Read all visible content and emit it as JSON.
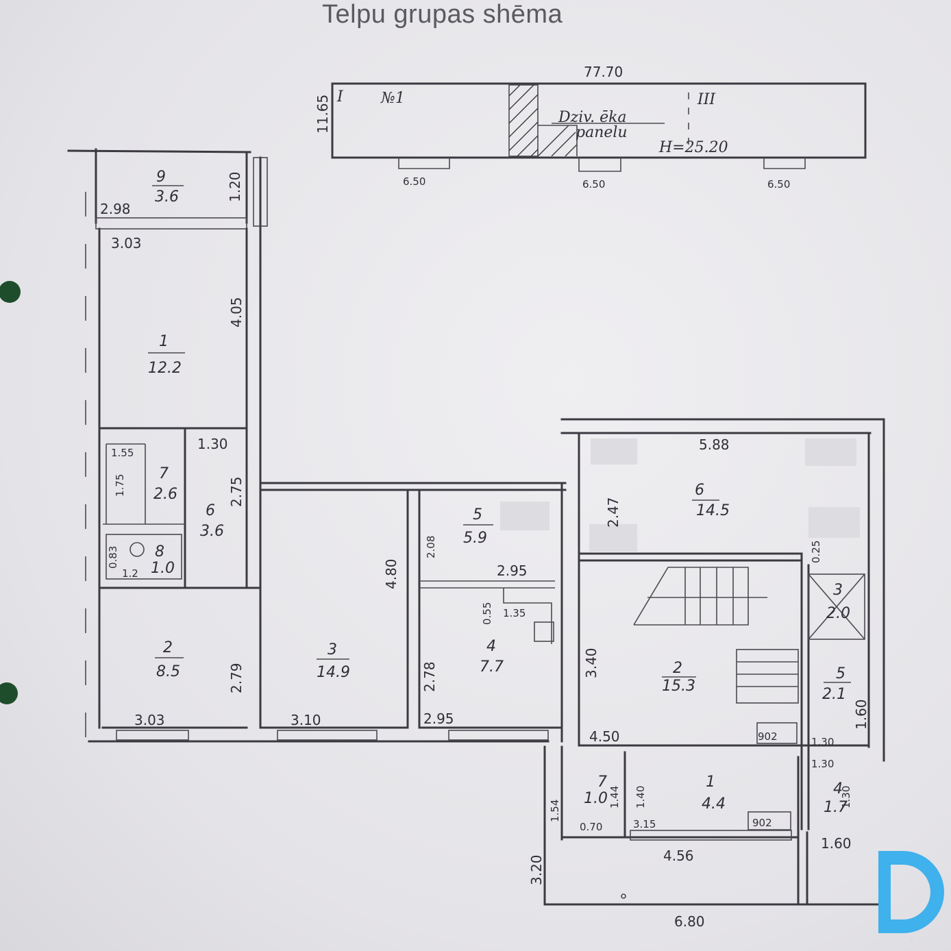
{
  "title": "Telpu grupas shēma",
  "site_plan": {
    "length": "77.70",
    "width": "11.65",
    "section_i": "I",
    "section_iii": "III",
    "number": "№1",
    "label_line1": "Dziv. ēka",
    "label_line2": "panelu",
    "height": "H=25.20",
    "entrance_width": "6.50"
  },
  "apartment": {
    "rooms": [
      {
        "no": "9",
        "area": "3.6"
      },
      {
        "no": "1",
        "area": "12.2"
      },
      {
        "no": "7",
        "area": "2.6"
      },
      {
        "no": "6",
        "area": "3.6"
      },
      {
        "no": "8",
        "area": "1.0"
      },
      {
        "no": "2",
        "area": "8.5"
      },
      {
        "no": "3",
        "area": "14.9"
      },
      {
        "no": "5",
        "area": "5.9"
      },
      {
        "no": "4",
        "area": "7.7"
      }
    ],
    "dims": {
      "d298": "2.98",
      "d120": "1.20",
      "d303a": "3.03",
      "d405": "4.05",
      "d130": "1.30",
      "d155": "1.55",
      "d175": "1.75",
      "d275": "2.75",
      "d083": "0.83",
      "d12": "1.2",
      "d480": "4.80",
      "d208": "2.08",
      "d295a": "2.95",
      "d055": "0.55",
      "d135": "1.35",
      "d278": "2.78",
      "d279": "2.79",
      "d303b": "3.03",
      "d310": "3.10",
      "d295b": "2.95"
    }
  },
  "stairwell": {
    "rooms": [
      {
        "no": "6",
        "area": "14.5"
      },
      {
        "no": "2",
        "area": "15.3"
      },
      {
        "no": "3",
        "area": "2.0"
      },
      {
        "no": "5",
        "area": "2.1"
      },
      {
        "no": "7",
        "area": "1.0"
      },
      {
        "no": "1",
        "area": "4.4"
      },
      {
        "no": "4",
        "area": "1.7"
      }
    ],
    "dims": {
      "d588": "5.88",
      "d247": "2.47",
      "d025": "0.25",
      "d340": "3.40",
      "d450": "4.50",
      "d902a": "902",
      "d130a": "1.30",
      "d160a": "1.60",
      "d130b": "1.30",
      "d140": "1.40",
      "d154": "1.54",
      "d144": "1.44",
      "d070": "0.70",
      "d315": "3.15",
      "d902b": "902",
      "d456": "4.56",
      "d160b": "1.60",
      "d130c": "1.30",
      "d320": "3.20",
      "d680": "6.80"
    }
  },
  "logo": {
    "letter": "D",
    "color": "#3fb1ec"
  }
}
